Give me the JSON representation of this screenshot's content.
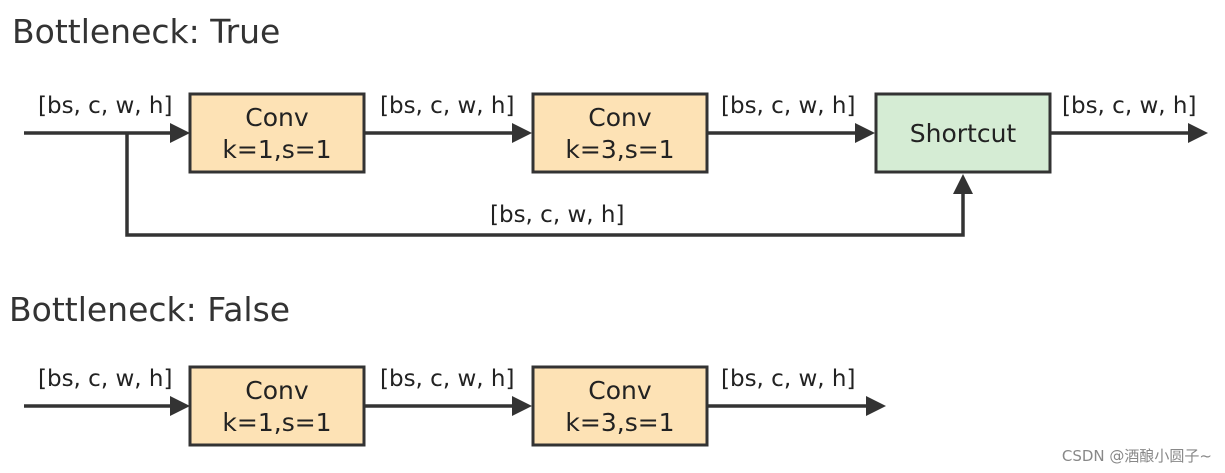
{
  "colors": {
    "conv_fill": "#fde2b5",
    "shortcut_fill": "#d5ecd4",
    "line": "#333333"
  },
  "top": {
    "title": "Bottleneck: True",
    "input_label": "[bs, c, w, h]",
    "conv1": {
      "name": "Conv",
      "params": "k=1,s=1"
    },
    "mid_label": "[bs, c, w, h]",
    "conv2": {
      "name": "Conv",
      "params": "k=3,s=1"
    },
    "pre_shortcut_label": "[bs, c, w, h]",
    "shortcut": "Shortcut",
    "output_label": "[bs, c, w, h]",
    "skip_label": "[bs, c, w, h]"
  },
  "bottom": {
    "title": "Bottleneck: False",
    "input_label": "[bs, c, w, h]",
    "conv1": {
      "name": "Conv",
      "params": "k=1,s=1"
    },
    "mid_label": "[bs, c, w, h]",
    "conv2": {
      "name": "Conv",
      "params": "k=3,s=1"
    },
    "output_label": "[bs, c, w, h]"
  },
  "watermark": "CSDN @酒酿小圆子~"
}
